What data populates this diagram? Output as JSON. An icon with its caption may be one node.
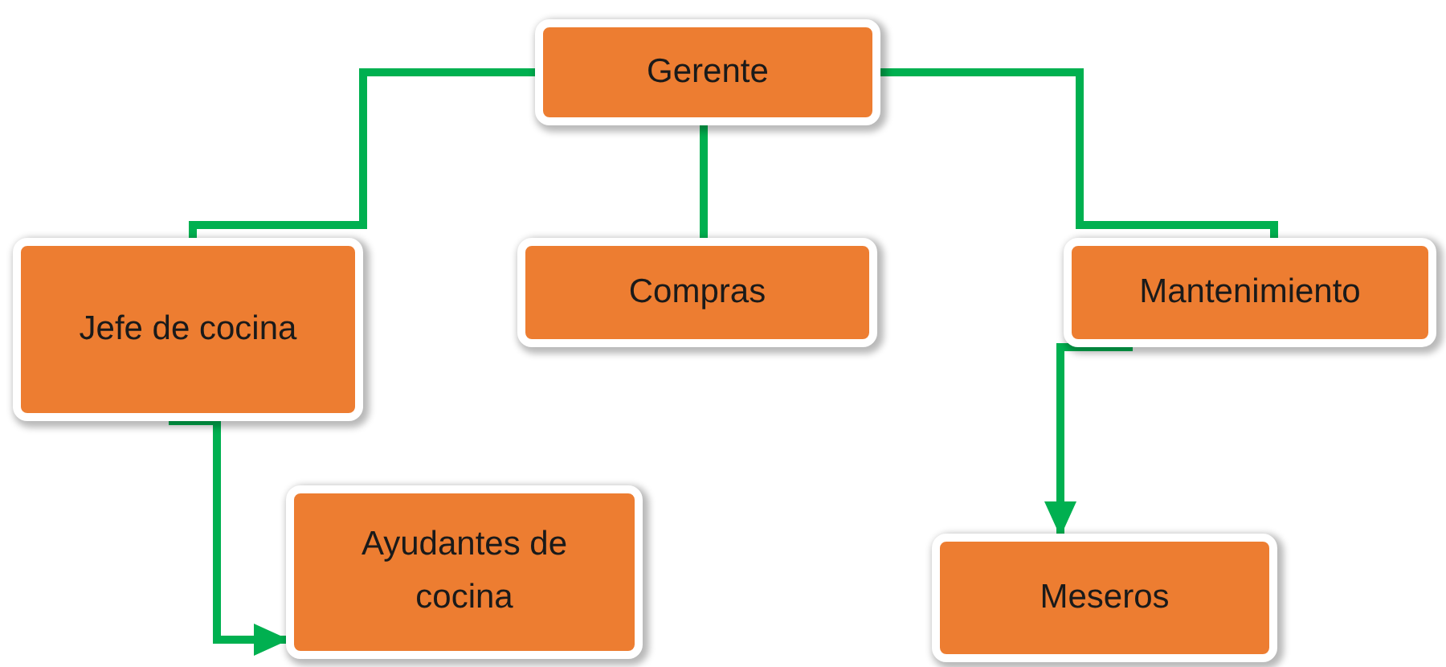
{
  "diagram": {
    "nodes": [
      {
        "text": [
          "Gerente"
        ]
      },
      {
        "text": [
          "Jefe de cocina"
        ]
      },
      {
        "text": [
          "Compras"
        ]
      },
      {
        "text": [
          "Mantenimiento"
        ]
      },
      {
        "text": [
          "Ayudantes de cocina"
        ]
      },
      {
        "text": [
          "Meseros"
        ]
      }
    ],
    "edges": [
      {
        "from": 0,
        "to": 1,
        "arrow": "none"
      },
      {
        "from": 0,
        "to": 2,
        "arrow": "none"
      },
      {
        "from": 0,
        "to": 3,
        "arrow": "none"
      },
      {
        "from": 1,
        "to": 4,
        "arrow": "to"
      },
      {
        "from": 3,
        "to": 5,
        "arrow": "to"
      }
    ]
  }
}
